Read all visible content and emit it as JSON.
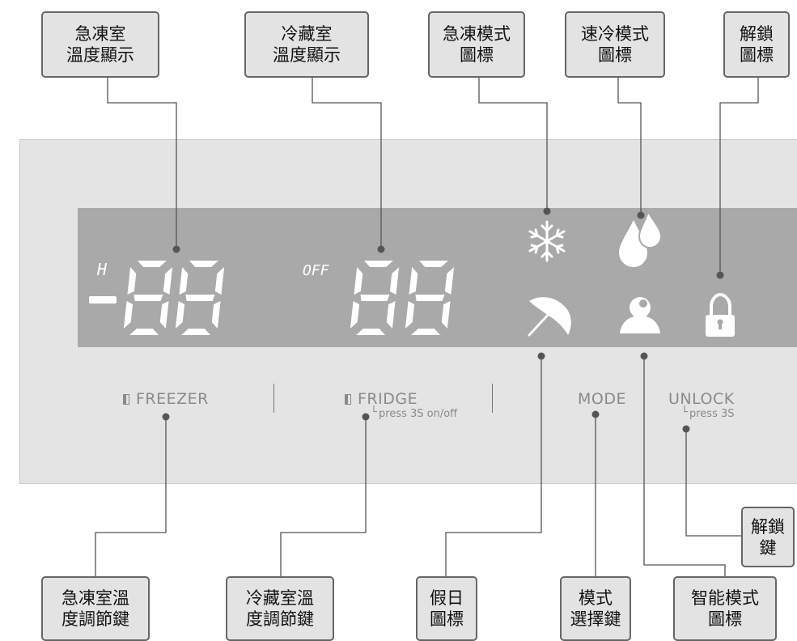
{
  "callouts": {
    "freezer_temp": "急凍室\n溫度顯示",
    "fridge_temp": "冷藏室\n溫度顯示",
    "freeze_mode_icon": "急凍模式\n圖標",
    "quick_cool_icon": "速冷模式\n圖標",
    "unlock_icon": "解鎖\n圖標",
    "unlock_key": "解鎖\n鍵",
    "freezer_adjust_key": "急凍室溫\n度調節鍵",
    "fridge_adjust_key": "冷藏室溫\n度調節鍵",
    "holiday_icon": "假日\n圖標",
    "mode_key": "模式\n選擇鍵",
    "smart_mode_icon": "智能模式\n圖標"
  },
  "display": {
    "freezer_prefix": "H",
    "freezer_digits": "-88",
    "fridge_prefix": "OFF",
    "fridge_digits": "88"
  },
  "keys": {
    "freezer": "FREEZER",
    "fridge": "FRIDGE",
    "fridge_hint": "press 3S on/off",
    "mode": "MODE",
    "unlock": "UNLOCK",
    "unlock_hint": "press 3S"
  },
  "icons": [
    "snowflake-icon",
    "droplets-icon",
    "lock-icon",
    "umbrella-icon",
    "person-icon"
  ]
}
